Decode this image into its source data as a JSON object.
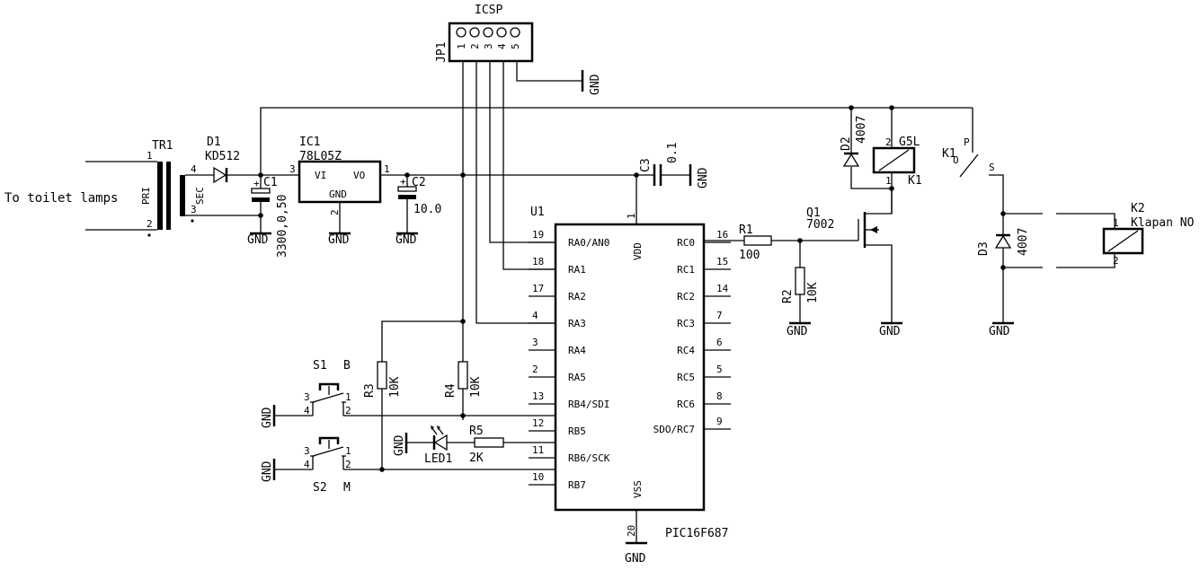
{
  "external": {
    "toilet_lamps": "To toilet lamps"
  },
  "gnd": "GND",
  "icsp": {
    "title": "ICSP",
    "ref": "JP1",
    "pins": [
      "1",
      "2",
      "3",
      "4",
      "5"
    ]
  },
  "tr1": {
    "ref": "TR1",
    "pri": "PRI",
    "sec": "SEC",
    "pins": [
      "1",
      "2",
      "4",
      "3"
    ]
  },
  "d1": {
    "ref": "D1",
    "value": "KD512"
  },
  "c1": {
    "ref": "C1",
    "value": "3300,0,50"
  },
  "ic1": {
    "ref": "IC1",
    "value": "78L05Z",
    "vi": "VI",
    "vo": "VO",
    "gnd_label": "GND",
    "pins": [
      "3",
      "1",
      "2"
    ]
  },
  "c2": {
    "ref": "C2",
    "value": "10.0"
  },
  "c3": {
    "ref": "C3",
    "value": "0.1"
  },
  "d2": {
    "ref": "D2",
    "value": "4007"
  },
  "k1_coil": {
    "model": "G5L",
    "ref": "K1",
    "pins": [
      "2",
      "1"
    ]
  },
  "k1_contact": {
    "ref": "K1",
    "o": "O",
    "p": "P",
    "s": "S"
  },
  "d3": {
    "ref": "D3",
    "value": "4007"
  },
  "k2": {
    "ref": "K2",
    "value": "Klapan NO",
    "pins": [
      "1",
      "2"
    ]
  },
  "q1": {
    "ref": "Q1",
    "value": "7002"
  },
  "r1": {
    "ref": "R1",
    "value": "100",
    "pin": "16"
  },
  "r2": {
    "ref": "R2",
    "value": "10K"
  },
  "r3": {
    "ref": "R3",
    "value": "10K"
  },
  "r4": {
    "ref": "R4",
    "value": "10K"
  },
  "r5": {
    "ref": "R5",
    "value": "2K"
  },
  "led1": {
    "ref": "LED1"
  },
  "s1": {
    "ref": "S1",
    "label": "B",
    "pins": [
      "3",
      "1",
      "4",
      "2"
    ]
  },
  "s2": {
    "ref": "S2",
    "label": "M",
    "pins": [
      "3",
      "1",
      "4",
      "2"
    ]
  },
  "u1": {
    "ref": "U1",
    "part": "PIC16F687",
    "vdd": "VDD",
    "vss": "VSS",
    "vdd_pin": "1",
    "vss_pin": "20",
    "left_pins": [
      {
        "num": "19",
        "name": "RA0/AN0"
      },
      {
        "num": "18",
        "name": "RA1"
      },
      {
        "num": "17",
        "name": "RA2"
      },
      {
        "num": "4",
        "name": "RA3"
      },
      {
        "num": "3",
        "name": "RA4"
      },
      {
        "num": "2",
        "name": "RA5"
      },
      {
        "num": "13",
        "name": "RB4/SDI"
      },
      {
        "num": "12",
        "name": "RB5"
      },
      {
        "num": "11",
        "name": "RB6/SCK"
      },
      {
        "num": "10",
        "name": "RB7"
      }
    ],
    "right_pins": [
      {
        "num": "16",
        "name": "RC0"
      },
      {
        "num": "15",
        "name": "RC1"
      },
      {
        "num": "14",
        "name": "RC2"
      },
      {
        "num": "7",
        "name": "RC3"
      },
      {
        "num": "6",
        "name": "RC4"
      },
      {
        "num": "5",
        "name": "RC5"
      },
      {
        "num": "8",
        "name": "RC6"
      },
      {
        "num": "9",
        "name": "SDO/RC7"
      }
    ]
  }
}
